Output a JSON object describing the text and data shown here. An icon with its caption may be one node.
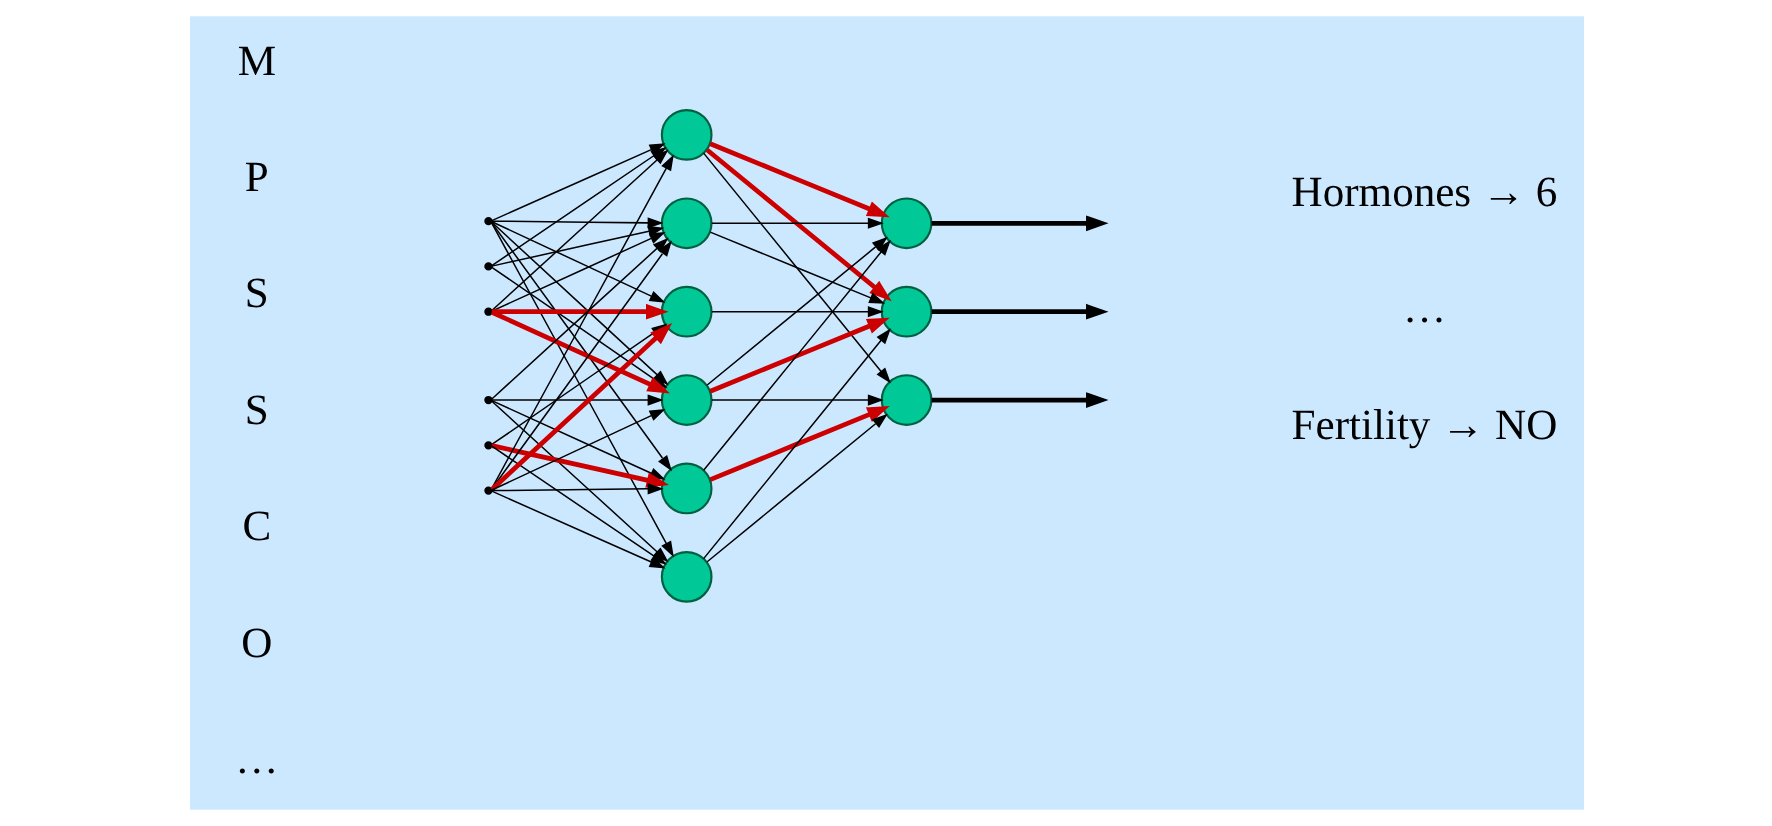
{
  "diagram": {
    "nodes": [
      {
        "text": [],
        "shape": "point"
      },
      {
        "text": [],
        "shape": "point"
      },
      {
        "text": [],
        "shape": "point"
      },
      {
        "text": [],
        "shape": "point"
      },
      {
        "text": [],
        "shape": "point"
      },
      {
        "text": [],
        "shape": "point"
      },
      {
        "text": [],
        "shape": "circle"
      },
      {
        "text": [],
        "shape": "circle"
      },
      {
        "text": [],
        "shape": "circle"
      },
      {
        "text": [],
        "shape": "circle"
      },
      {
        "text": [],
        "shape": "circle"
      },
      {
        "text": [],
        "shape": "circle"
      },
      {
        "text": [],
        "shape": "circle"
      },
      {
        "text": [],
        "shape": "circle"
      },
      {
        "text": [],
        "shape": "circle"
      }
    ],
    "edges": [
      {
        "from": 0,
        "to": 6,
        "arrow": "to"
      },
      {
        "from": 0,
        "to": 7,
        "arrow": "to"
      },
      {
        "from": 0,
        "to": 8,
        "arrow": "to"
      },
      {
        "from": 0,
        "to": 9,
        "arrow": "to"
      },
      {
        "from": 0,
        "to": 10,
        "arrow": "to"
      },
      {
        "from": 0,
        "to": 11,
        "arrow": "to"
      },
      {
        "from": 1,
        "to": 6,
        "arrow": "to"
      },
      {
        "from": 1,
        "to": 7,
        "arrow": "to"
      },
      {
        "from": 1,
        "to": 9,
        "arrow": "to"
      },
      {
        "from": 2,
        "to": 6,
        "arrow": "to"
      },
      {
        "from": 2,
        "to": 7,
        "arrow": "to"
      },
      {
        "from": 2,
        "to": 8,
        "arrow": "to",
        "style": "thick",
        "color": "#cc0000"
      },
      {
        "from": 2,
        "to": 9,
        "arrow": "to",
        "style": "thick",
        "color": "#cc0000"
      },
      {
        "from": 3,
        "to": 7,
        "arrow": "to"
      },
      {
        "from": 3,
        "to": 9,
        "arrow": "to"
      },
      {
        "from": 3,
        "to": 10,
        "arrow": "to"
      },
      {
        "from": 3,
        "to": 11,
        "arrow": "to"
      },
      {
        "from": 4,
        "to": 8,
        "arrow": "to"
      },
      {
        "from": 4,
        "to": 10,
        "arrow": "to",
        "style": "thick",
        "color": "#cc0000"
      },
      {
        "from": 4,
        "to": 11,
        "arrow": "to"
      },
      {
        "from": 5,
        "to": 6,
        "arrow": "to"
      },
      {
        "from": 5,
        "to": 7,
        "arrow": "to"
      },
      {
        "from": 5,
        "to": 8,
        "arrow": "to",
        "style": "thick",
        "color": "#cc0000"
      },
      {
        "from": 5,
        "to": 9,
        "arrow": "to"
      },
      {
        "from": 5,
        "to": 10,
        "arrow": "to"
      },
      {
        "from": 5,
        "to": 11,
        "arrow": "to"
      },
      {
        "from": 6,
        "to": 12,
        "arrow": "to",
        "style": "thick",
        "color": "#cc0000"
      },
      {
        "from": 6,
        "to": 13,
        "arrow": "to",
        "style": "thick",
        "color": "#cc0000"
      },
      {
        "from": 6,
        "to": 14,
        "arrow": "to"
      },
      {
        "from": 7,
        "to": 12,
        "arrow": "to"
      },
      {
        "from": 7,
        "to": 13,
        "arrow": "to"
      },
      {
        "from": 8,
        "to": 13,
        "arrow": "to"
      },
      {
        "from": 9,
        "to": 12,
        "arrow": "to"
      },
      {
        "from": 9,
        "to": 13,
        "arrow": "to",
        "style": "thick",
        "color": "#cc0000"
      },
      {
        "from": 9,
        "to": 14,
        "arrow": "to"
      },
      {
        "from": 10,
        "to": 12,
        "arrow": "to"
      },
      {
        "from": 10,
        "to": 14,
        "arrow": "to",
        "style": "thick",
        "color": "#cc0000"
      },
      {
        "from": 11,
        "to": 13,
        "arrow": "to"
      },
      {
        "from": 11,
        "to": 14,
        "arrow": "to"
      },
      {
        "from": 12,
        "to": null,
        "arrow": "to",
        "style": "thick"
      },
      {
        "from": 13,
        "to": null,
        "arrow": "to",
        "style": "thick"
      },
      {
        "from": 14,
        "to": null,
        "arrow": "to",
        "style": "thick"
      }
    ],
    "labels": [
      "M",
      "P",
      "S",
      "S",
      "C",
      "O",
      "…",
      "Hormones → 6",
      "…",
      "Fertility → NO"
    ]
  }
}
